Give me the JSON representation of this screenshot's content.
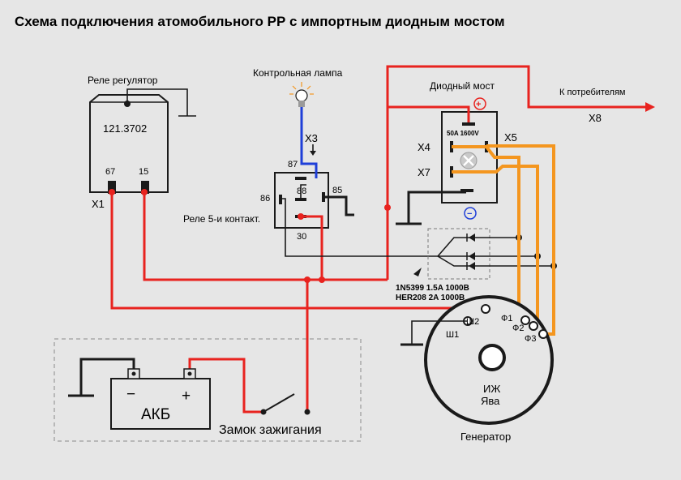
{
  "title": "Схема подключения атомобильного РР с импортным диодным мостом",
  "regulator": {
    "caption": "Реле регулятор",
    "model": "121.3702",
    "pin_a": "67",
    "pin_b": "15",
    "connector": "X1"
  },
  "lamp": {
    "caption": "Контрольная лампа",
    "connector": "X3"
  },
  "relay": {
    "caption": "Реле 5-и контакт.",
    "pin_87": "87",
    "pin_88": "88",
    "pin_86": "86",
    "pin_85": "85",
    "pin_30": "30"
  },
  "diode_bridge": {
    "caption": "Диодный мост",
    "rating": "50A 1600V",
    "plus": "+",
    "minus": "−",
    "x4": "X4",
    "x7": "X7",
    "x5": "X5"
  },
  "consumers": {
    "caption": "К потребителям",
    "connector": "X8"
  },
  "diodes": {
    "line1": "1N5399 1.5A 1000B",
    "line2": "HER208  2A 1000B"
  },
  "generator": {
    "caption": "Генератор",
    "model_line1": "ИЖ",
    "model_line2": "Ява",
    "sh1": "Ш1",
    "sh2": "Ш2",
    "f1": "Ф1",
    "f2": "Ф2",
    "f3": "Ф3"
  },
  "battery": {
    "caption": "АКБ",
    "minus": "−",
    "plus": "+"
  },
  "ignition": {
    "caption": "Замок зажигания"
  },
  "colors": {
    "red_wire": "#e8231f",
    "orange_wire": "#f4961f",
    "blue_wire": "#1f3fd8",
    "black_wire": "#1a1a1a",
    "background": "#e6e6e6"
  }
}
